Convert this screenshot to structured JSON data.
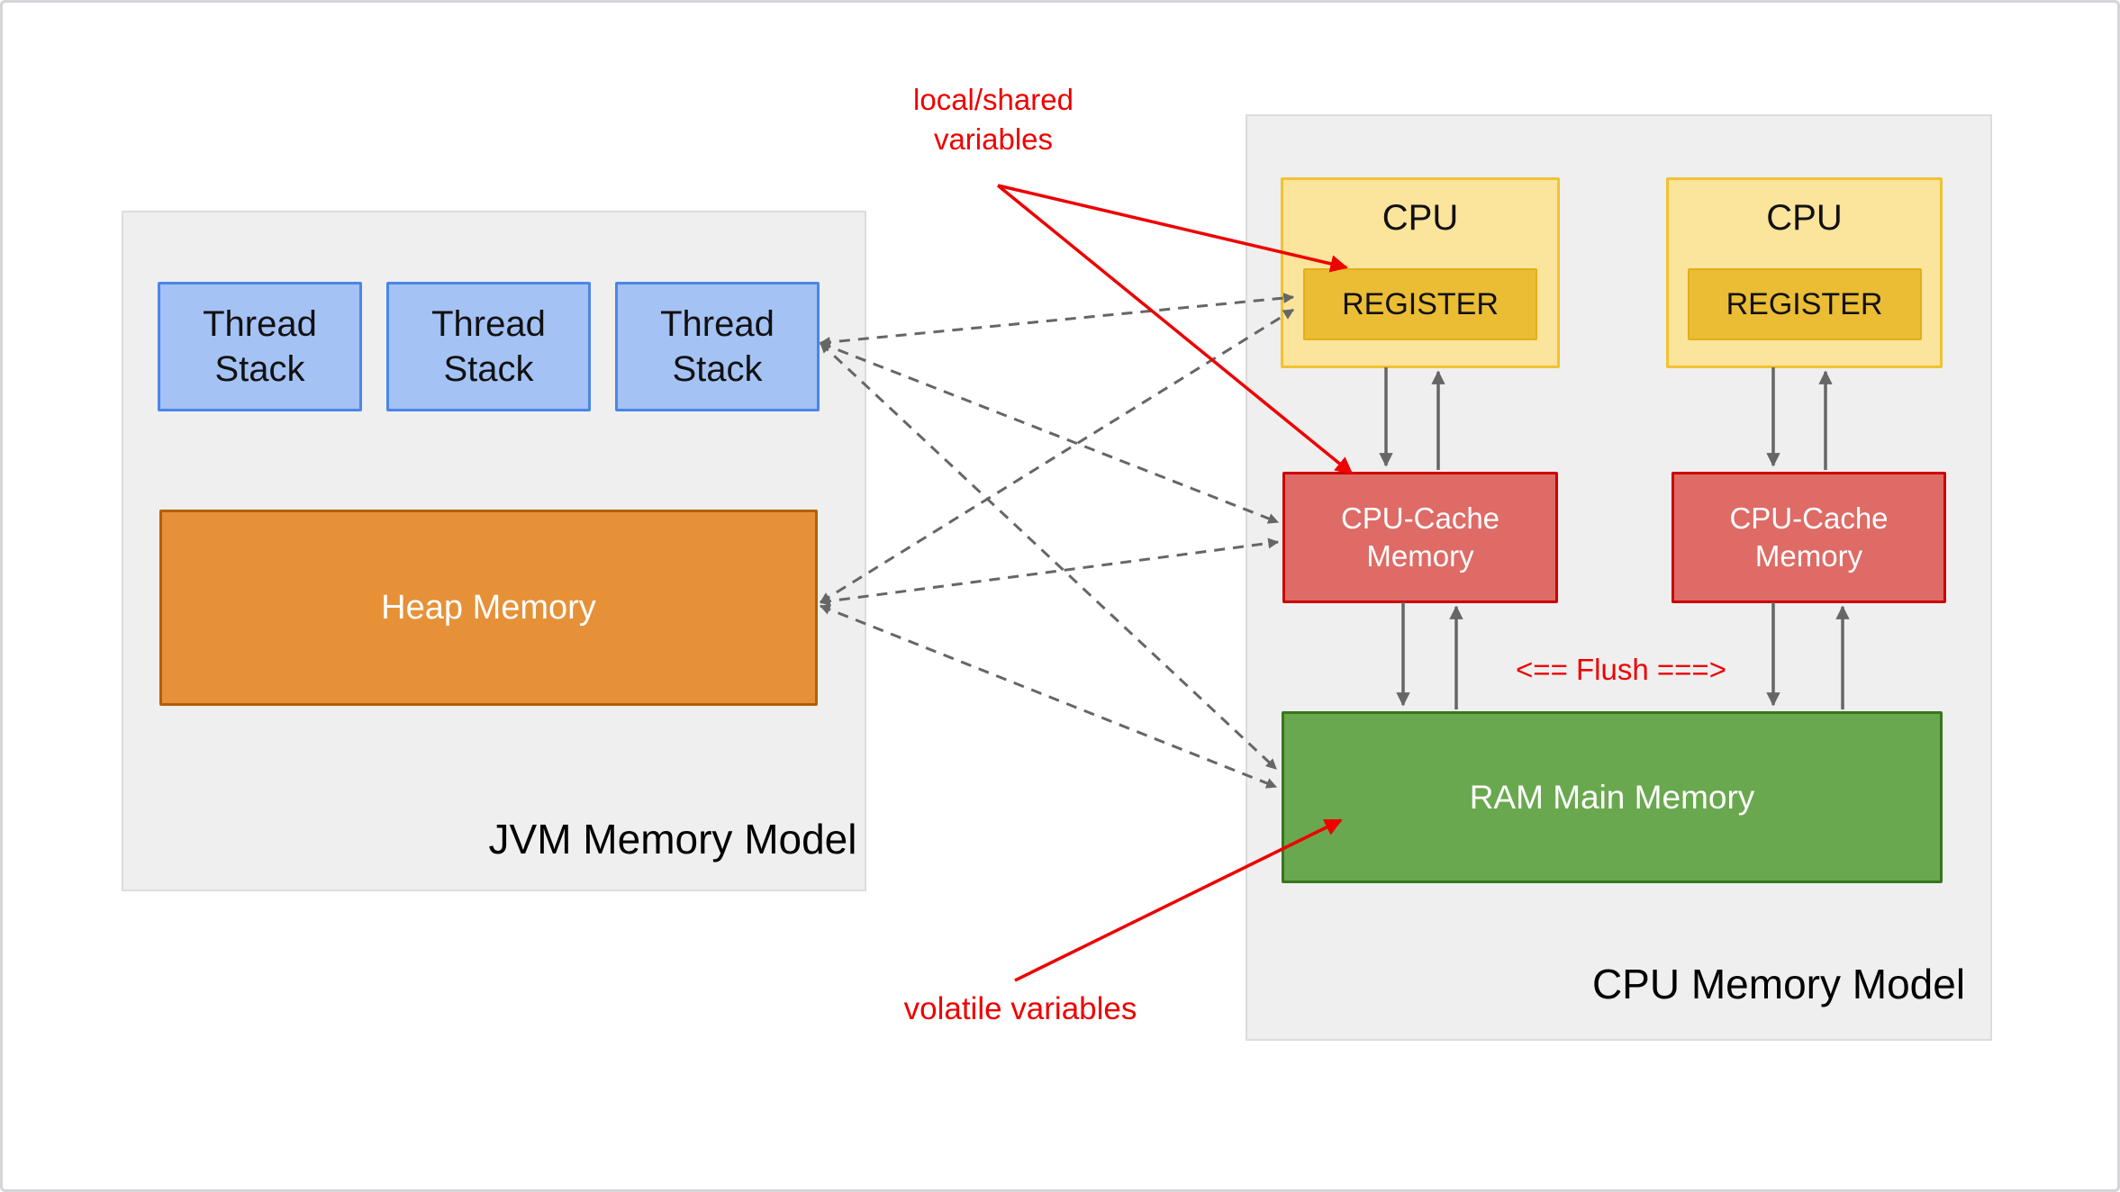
{
  "jvm_model": {
    "title": "JVM Memory Model",
    "thread_stacks": [
      {
        "label": "Thread\nStack"
      },
      {
        "label": "Thread\nStack"
      },
      {
        "label": "Thread\nStack"
      }
    ],
    "heap": {
      "label": "Heap Memory"
    }
  },
  "cpu_model": {
    "title": "CPU Memory Model",
    "cpus": [
      {
        "label": "CPU",
        "register_label": "REGISTER"
      },
      {
        "label": "CPU",
        "register_label": "REGISTER"
      }
    ],
    "caches": [
      {
        "label": "CPU-Cache\nMemory"
      },
      {
        "label": "CPU-Cache\nMemory"
      }
    ],
    "ram": {
      "label": "RAM Main Memory"
    },
    "flush_label": "<== Flush ===>"
  },
  "annotations": {
    "local_shared_variables": "local/shared\nvariables",
    "volatile_variables": "volatile variables"
  },
  "colors": {
    "thread_stack_fill": "#A4C2F4",
    "thread_stack_border": "#4A86E8",
    "heap_fill": "#E69138",
    "heap_border": "#B45F06",
    "cpu_fill": "#FBE49B",
    "cpu_border": "#F1C232",
    "register_fill": "#EBBD34",
    "cache_fill": "#DE6B66",
    "cache_border": "#CC0000",
    "ram_fill": "#6AA84F",
    "ram_border": "#38761D",
    "panel_fill": "#EFEFEF",
    "annotation_red": "#EE0000",
    "arrow_gray": "#666666"
  }
}
